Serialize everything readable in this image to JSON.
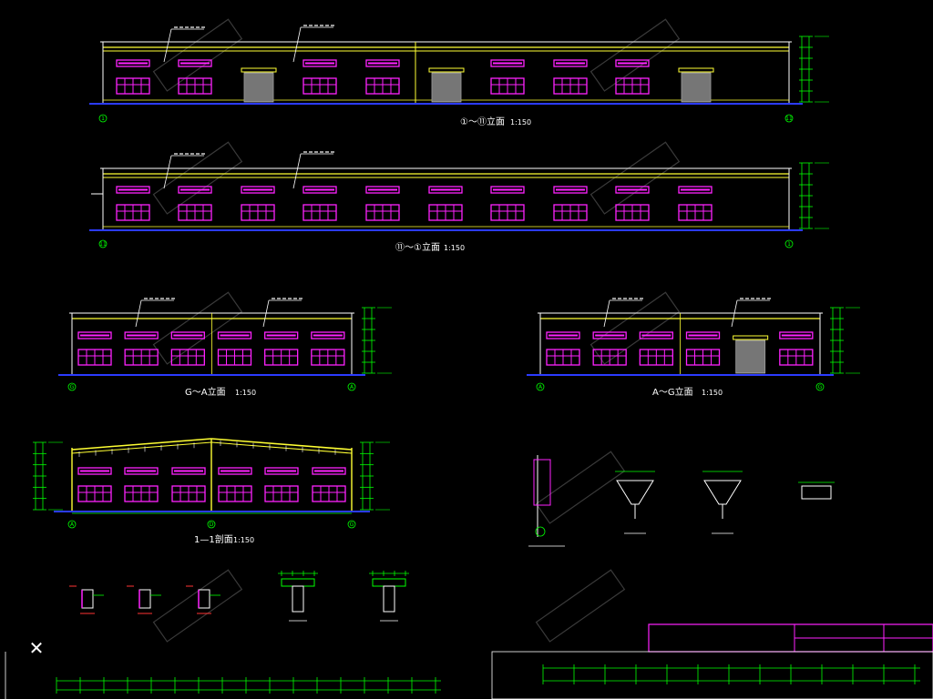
{
  "colors": {
    "background": "#000000",
    "wall_line": "#2b3bff",
    "outline": "#ffffff",
    "roof": "#ffff33",
    "window": "#ff22ff",
    "dimension": "#00ff00",
    "axis": "#00ff00",
    "leader": "#ffffff",
    "title_box": "#ff22ff",
    "door": "#808080",
    "watermark": "#3a3a3a"
  },
  "drawings": {
    "elev1": {
      "title": "①～⑪立面",
      "scale": "1:150",
      "axis_left": "1",
      "axis_right": "11"
    },
    "elev2": {
      "title": "⑪～①立面",
      "scale": "1:150",
      "axis_left": "11",
      "axis_right": "1"
    },
    "elev3": {
      "title": "G～A立面",
      "scale": "1:150",
      "axis_left": "G",
      "axis_right": "A"
    },
    "elev4": {
      "title": "A～G立面",
      "scale": "1:150",
      "axis_left": "A",
      "axis_right": "G"
    },
    "section": {
      "title": "1—1剖面",
      "scale": "1:150",
      "axis_left": "A",
      "axis_mid": "D",
      "axis_right": "G"
    }
  },
  "icons": {
    "close": "close-icon",
    "watermark": "watermark-logo"
  },
  "close_glyph": "✕"
}
